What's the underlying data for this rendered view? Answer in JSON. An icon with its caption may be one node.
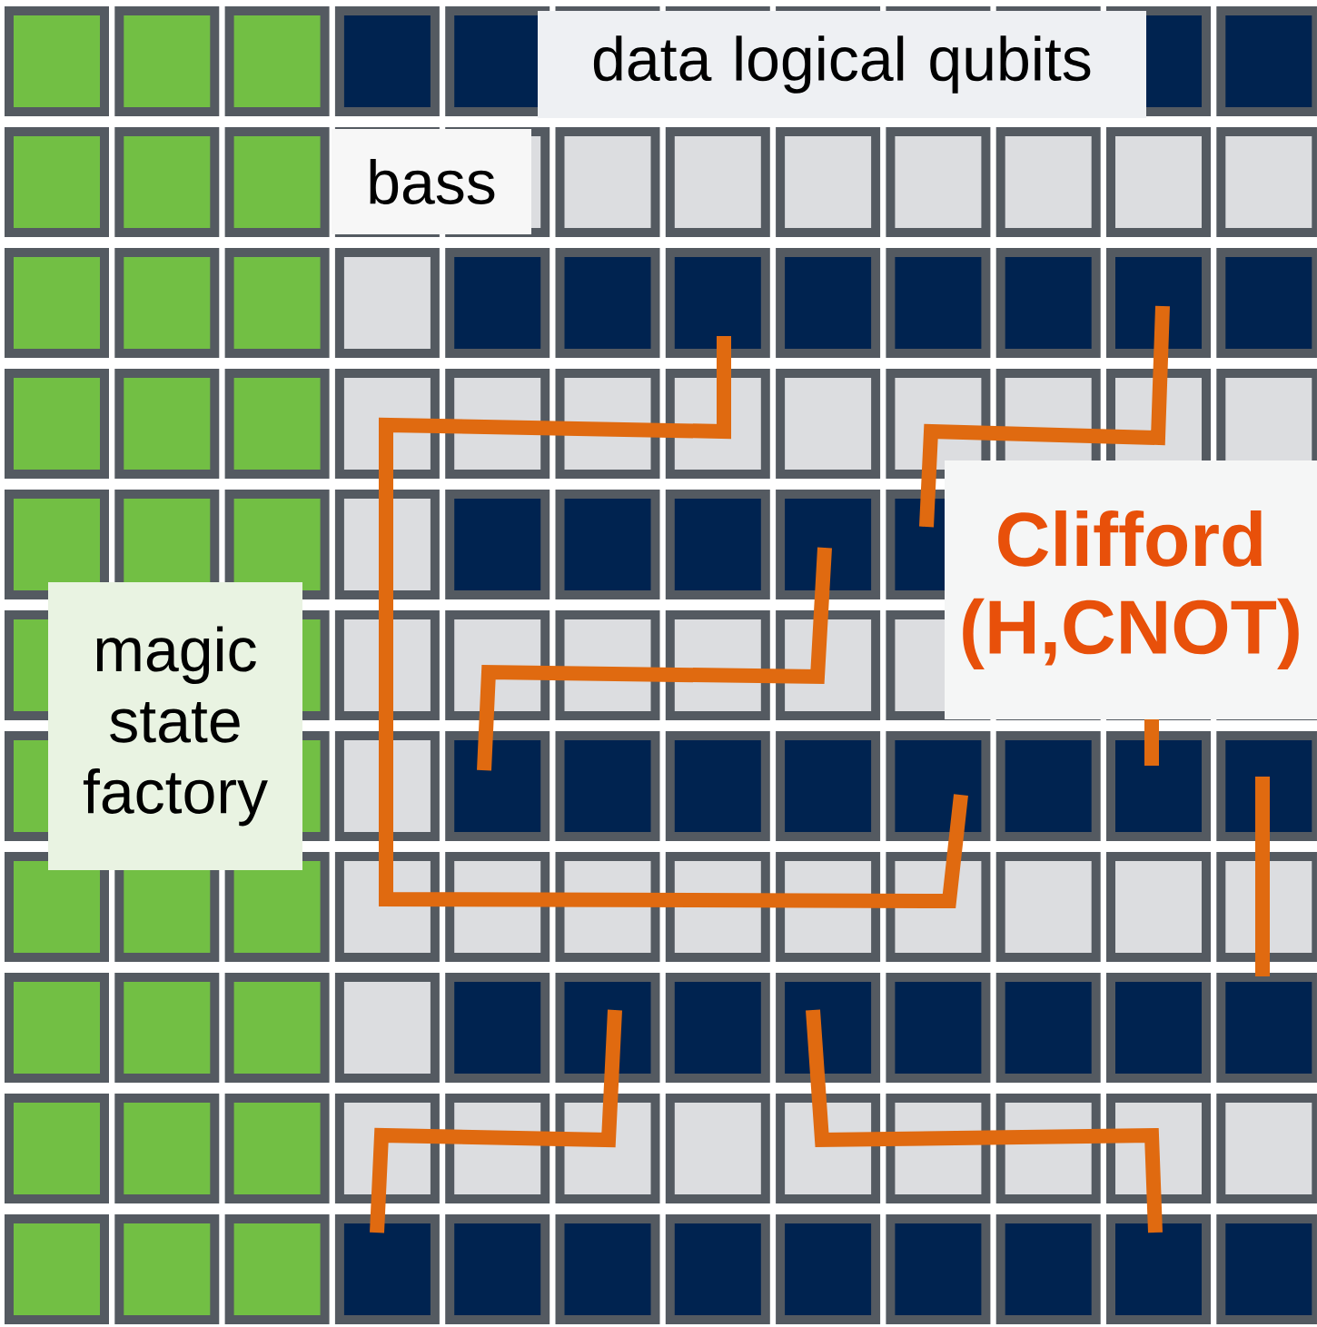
{
  "diagram": {
    "labels": [
      "data logical qubits",
      "bass",
      "magic state factory",
      "Clifford (H,CNOT)"
    ]
  }
}
